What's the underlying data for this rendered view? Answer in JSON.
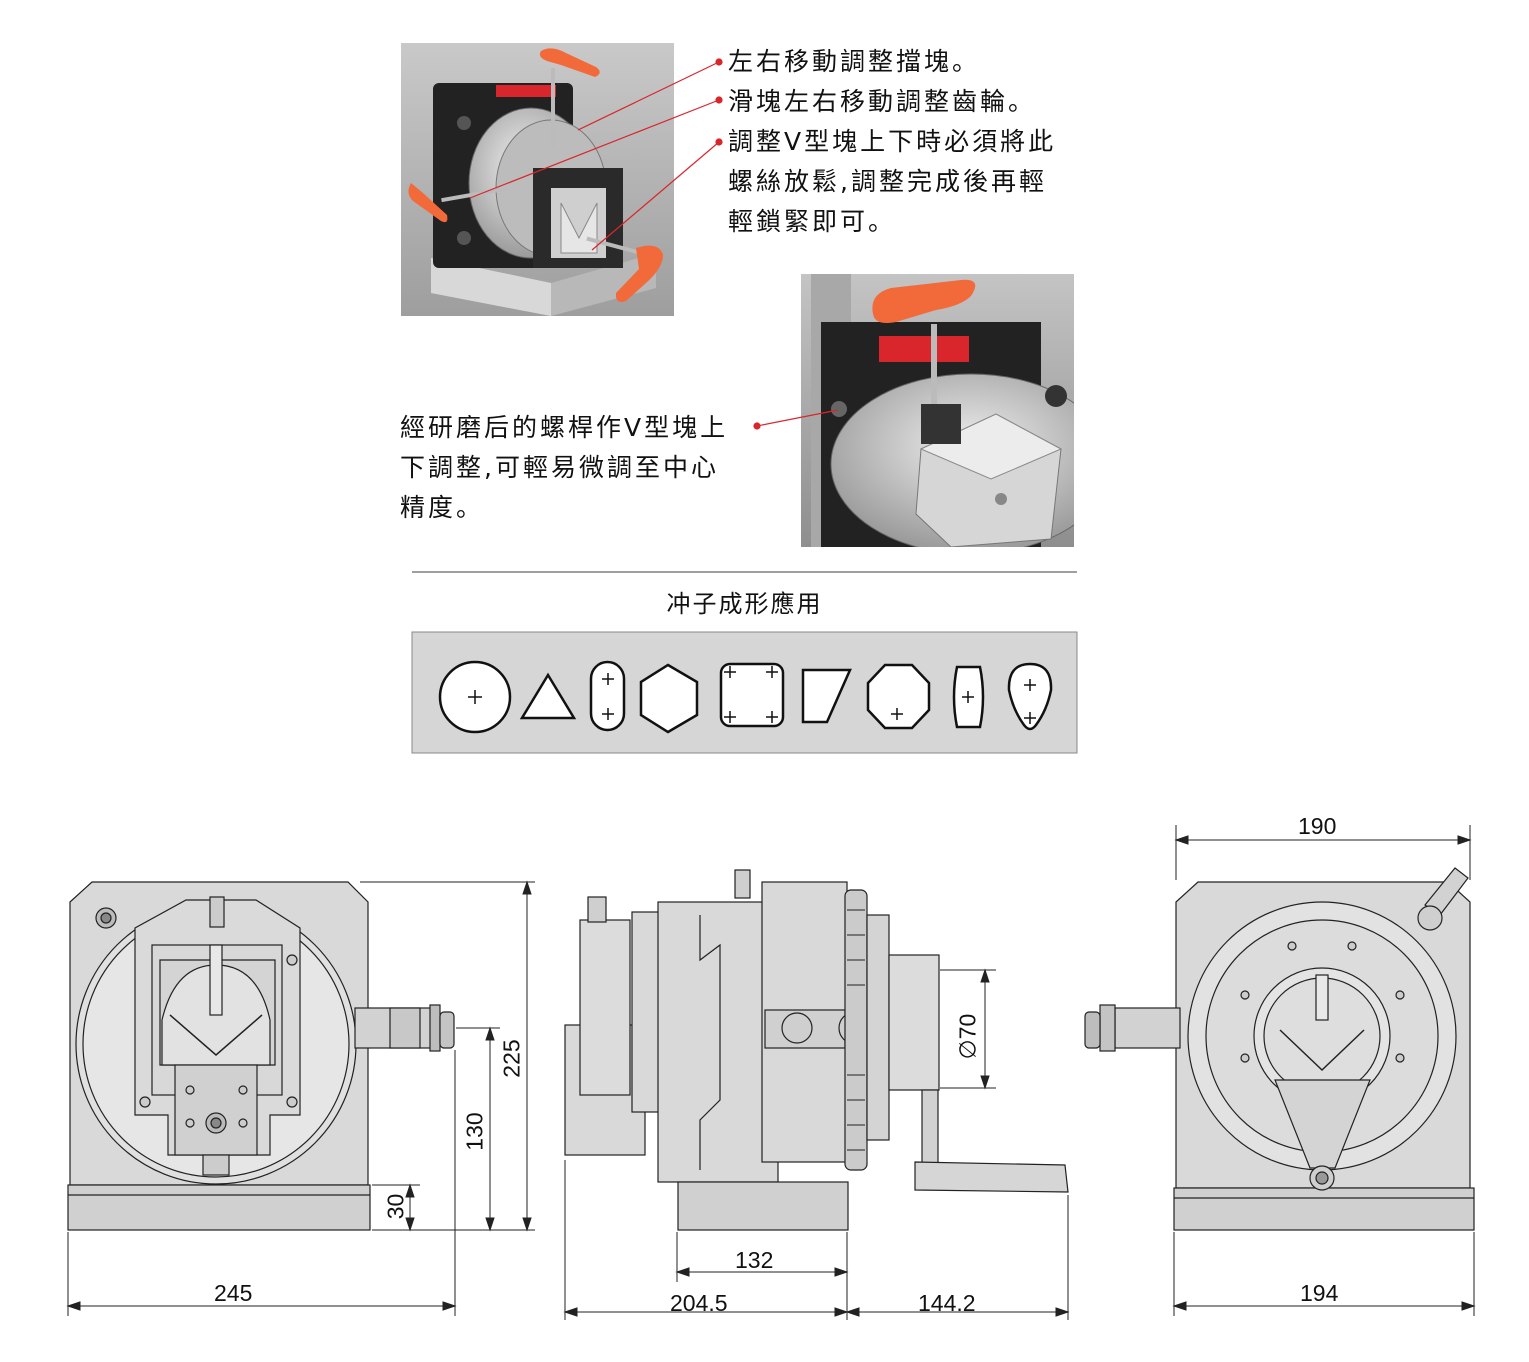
{
  "callouts": {
    "photo1": [
      "左右移動調整擋塊。",
      "滑塊左右移動調整齒輪。",
      "調整V型塊上下時必須將此",
      "螺絲放鬆,調整完成後再輕",
      "輕鎖緊即可。"
    ],
    "photo2": [
      "經研磨后的螺桿作V型塊上",
      "下調整,可輕易微調至中心",
      "精度。"
    ]
  },
  "applications": {
    "title": "冲子成形應用"
  },
  "dimensions": {
    "front_width": "245",
    "front_height": "225",
    "front_center": "130",
    "front_base": "30",
    "side_body": "132",
    "side_total": "204.5",
    "side_handle": "144.2",
    "side_dia": "∅70",
    "rear_top": "190",
    "rear_bottom": "194"
  },
  "colors": {
    "accent_red": "#d8262c",
    "handle_orange": "#f26a3a",
    "panel_gray": "#d6d6d6",
    "drawing_fill": "#d9d9d9"
  }
}
